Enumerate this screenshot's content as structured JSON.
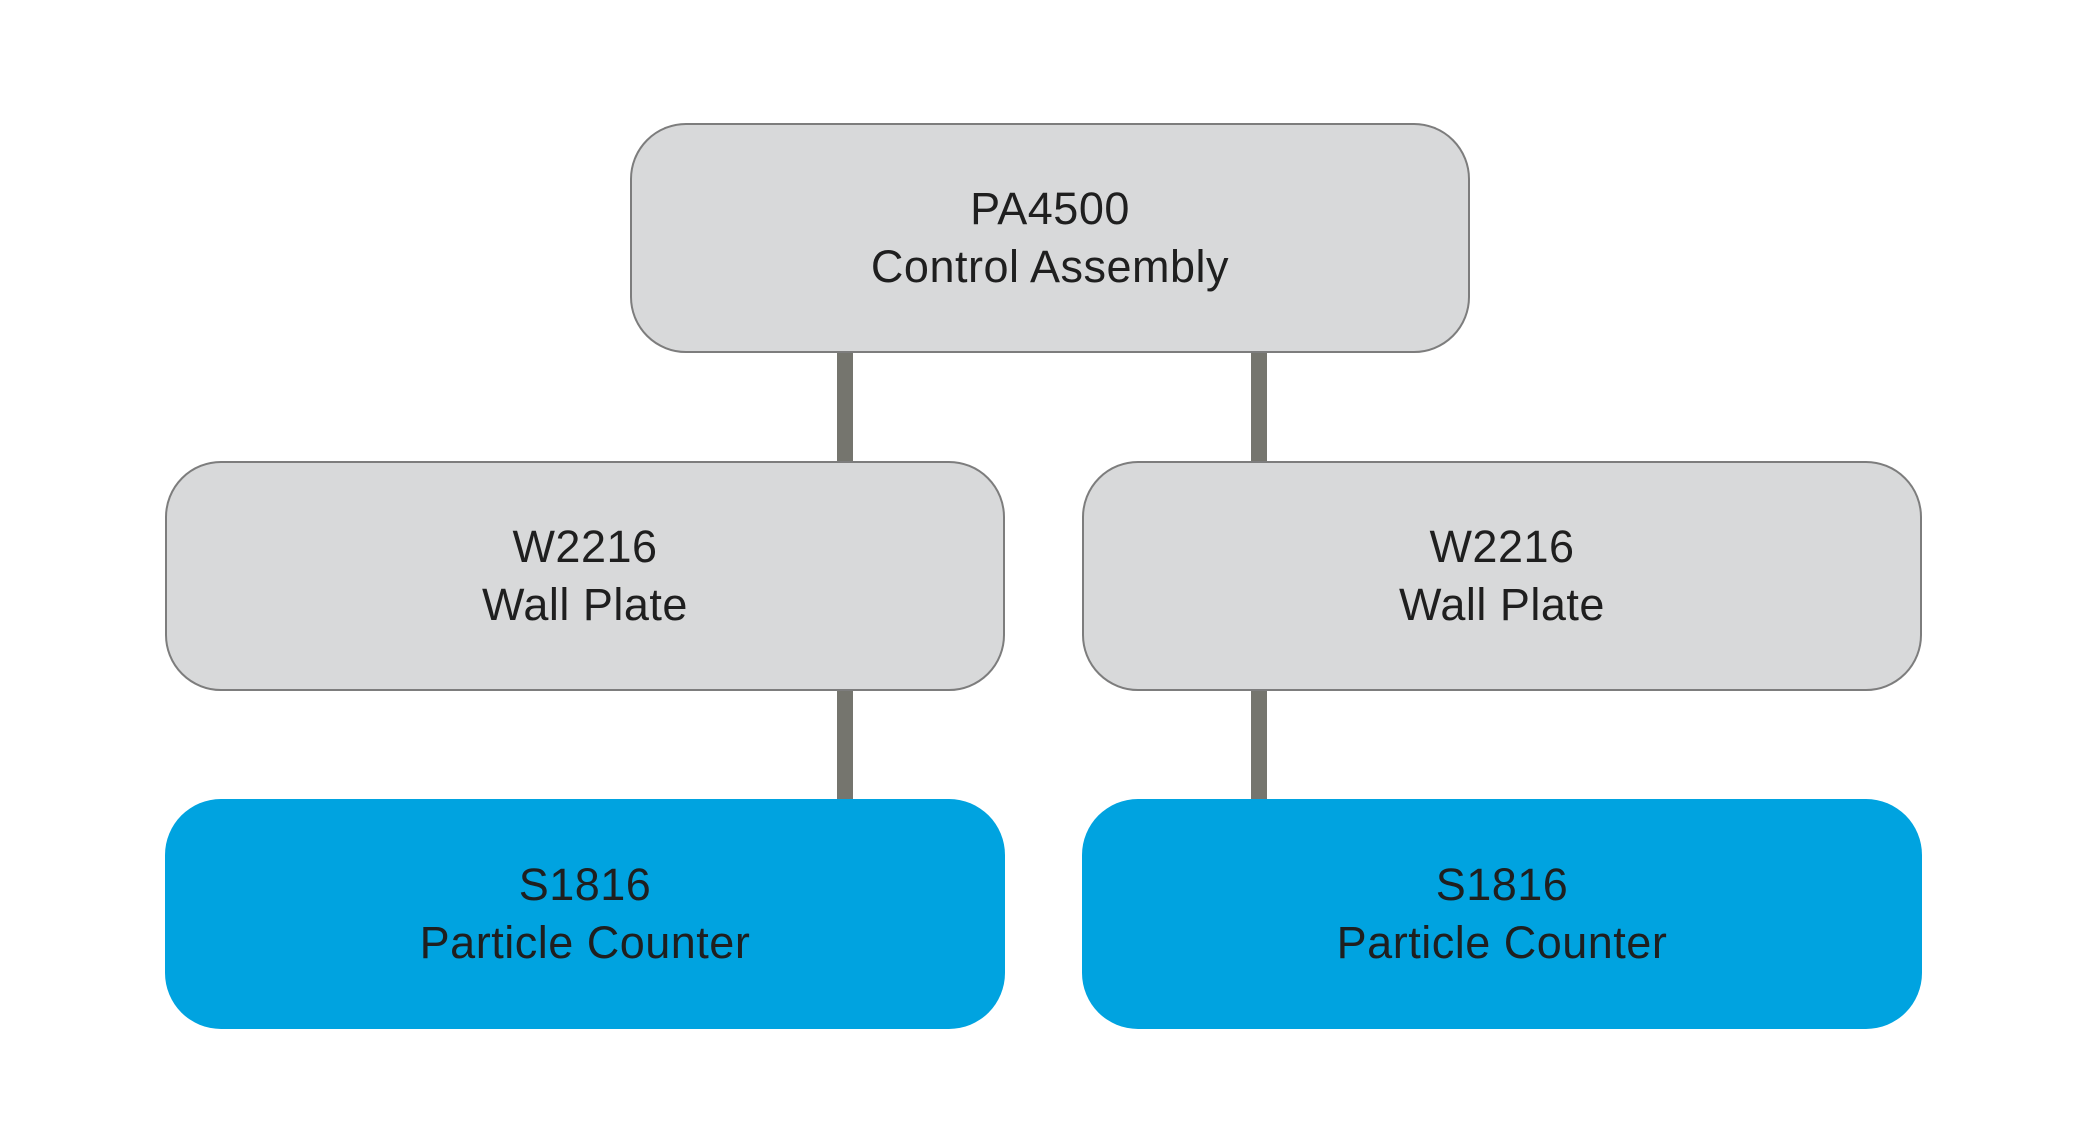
{
  "diagram": {
    "title": "",
    "background_color": "#ffffff",
    "colors": {
      "gray_node_fill": "#d8d9da",
      "gray_node_border": "#7d7d7d",
      "blue_node_fill": "#00a3e0",
      "connector": "#75756e",
      "text": "#1f1f1f"
    },
    "nodes": [
      {
        "id": "control-assembly",
        "model": "PA4500",
        "label": "Control Assembly",
        "style": "gray",
        "level": 1
      },
      {
        "id": "wall-plate-left",
        "model": "W2216",
        "label": "Wall Plate",
        "style": "gray",
        "level": 2
      },
      {
        "id": "wall-plate-right",
        "model": "W2216",
        "label": "Wall Plate",
        "style": "gray",
        "level": 2
      },
      {
        "id": "particle-counter-left",
        "model": "S1816",
        "label": "Particle Counter",
        "style": "blue",
        "level": 3
      },
      {
        "id": "particle-counter-right",
        "model": "S1816",
        "label": "Particle Counter",
        "style": "blue",
        "level": 3
      }
    ],
    "connections": [
      {
        "from": "control-assembly",
        "to": "wall-plate-left"
      },
      {
        "from": "control-assembly",
        "to": "wall-plate-right"
      },
      {
        "from": "wall-plate-left",
        "to": "particle-counter-left"
      },
      {
        "from": "wall-plate-right",
        "to": "particle-counter-right"
      }
    ]
  }
}
